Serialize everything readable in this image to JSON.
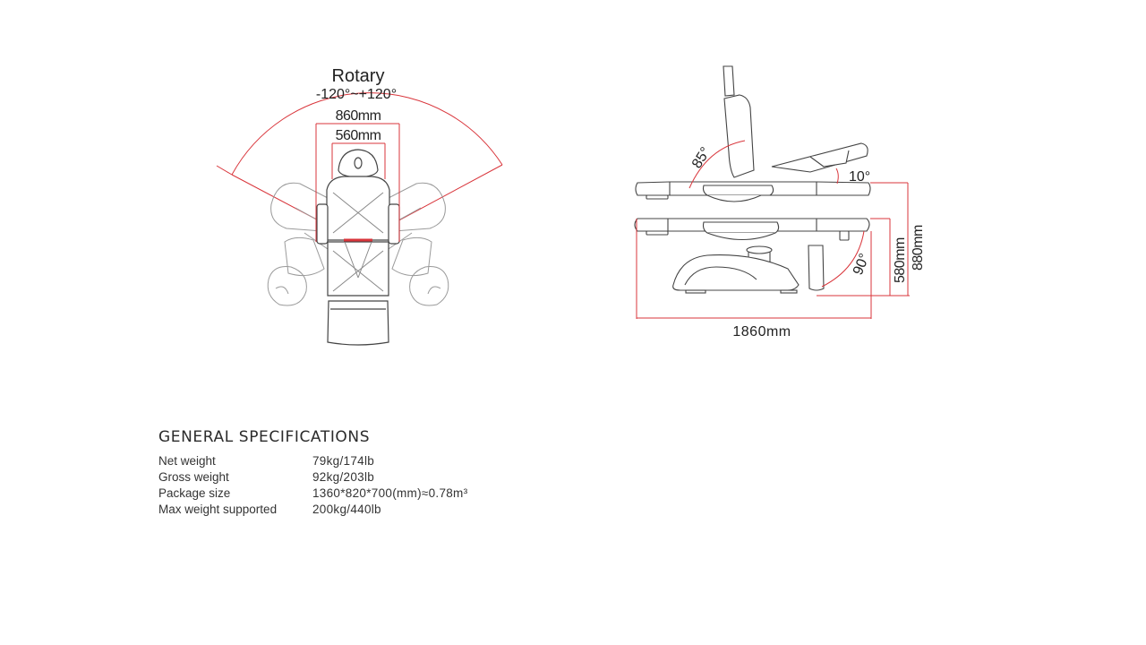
{
  "diagram": {
    "top_view": {
      "rotary_label": "Rotary",
      "rotary_range": "-120°~+120°",
      "outer_width": "860mm",
      "inner_width": "560mm"
    },
    "side_view": {
      "backrest_angle": "85°",
      "leg_angle": "10°",
      "foot_angle": "90°",
      "seat_height": "580mm",
      "max_height": "880mm",
      "length": "1860mm"
    },
    "colors": {
      "dimension_line": "#d9353b",
      "outline": "#444444",
      "ghost_outline": "#9a9a9a"
    }
  },
  "specs": {
    "title": "GENERAL SPECIFICATIONS",
    "rows": [
      {
        "label": "Net weight",
        "value": "79kg/174lb"
      },
      {
        "label": "Gross weight",
        "value": "92kg/203lb"
      },
      {
        "label": "Package size",
        "value": "1360*820*700(mm)≈0.78m³"
      },
      {
        "label": "Max weight supported",
        "value": "200kg/440lb"
      }
    ]
  }
}
